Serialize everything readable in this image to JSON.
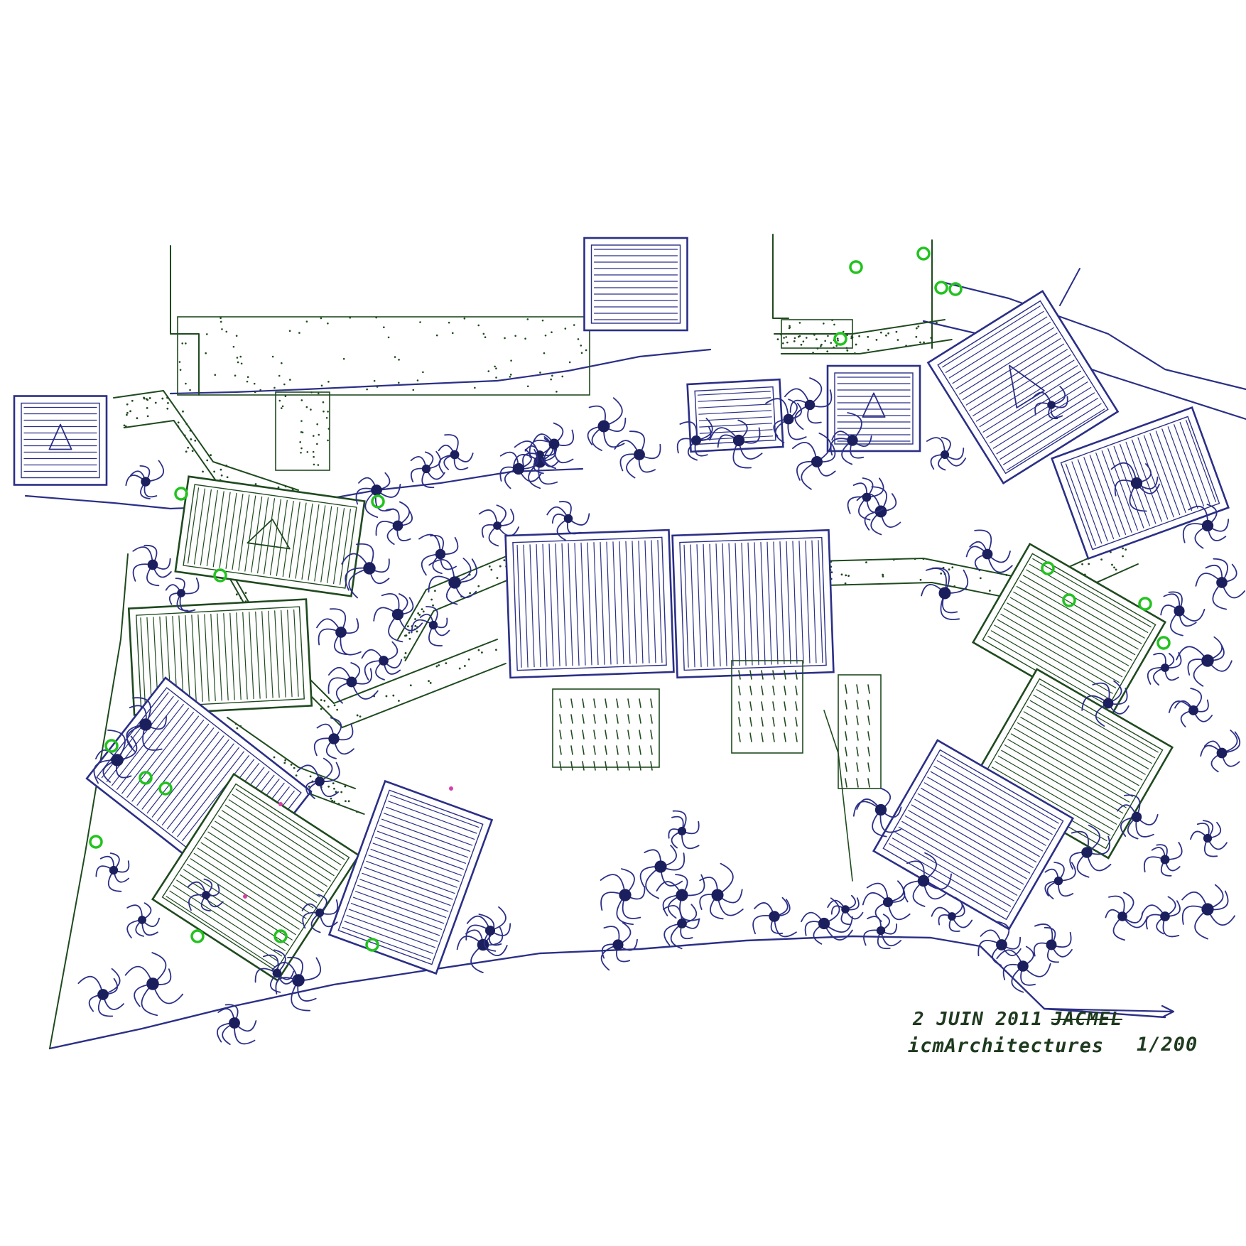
{
  "caption": {
    "date": "2 JUIN 2011",
    "author": "JACMEL",
    "firm": "icmArchitectures",
    "scale": "1/200"
  },
  "colors": {
    "paper": "#ffffff",
    "blue_ink": "#2b2f86",
    "green_ink": "#1f4a1f",
    "tree_marker": "#22c21f",
    "accent_pink": "#d63fa8"
  },
  "legend_icons": [
    "roof-plan-icon",
    "tree-shrub-icon",
    "tree-marker-icon",
    "garden-bed-icon",
    "gravel-path-icon",
    "north-arrow-icon"
  ]
}
